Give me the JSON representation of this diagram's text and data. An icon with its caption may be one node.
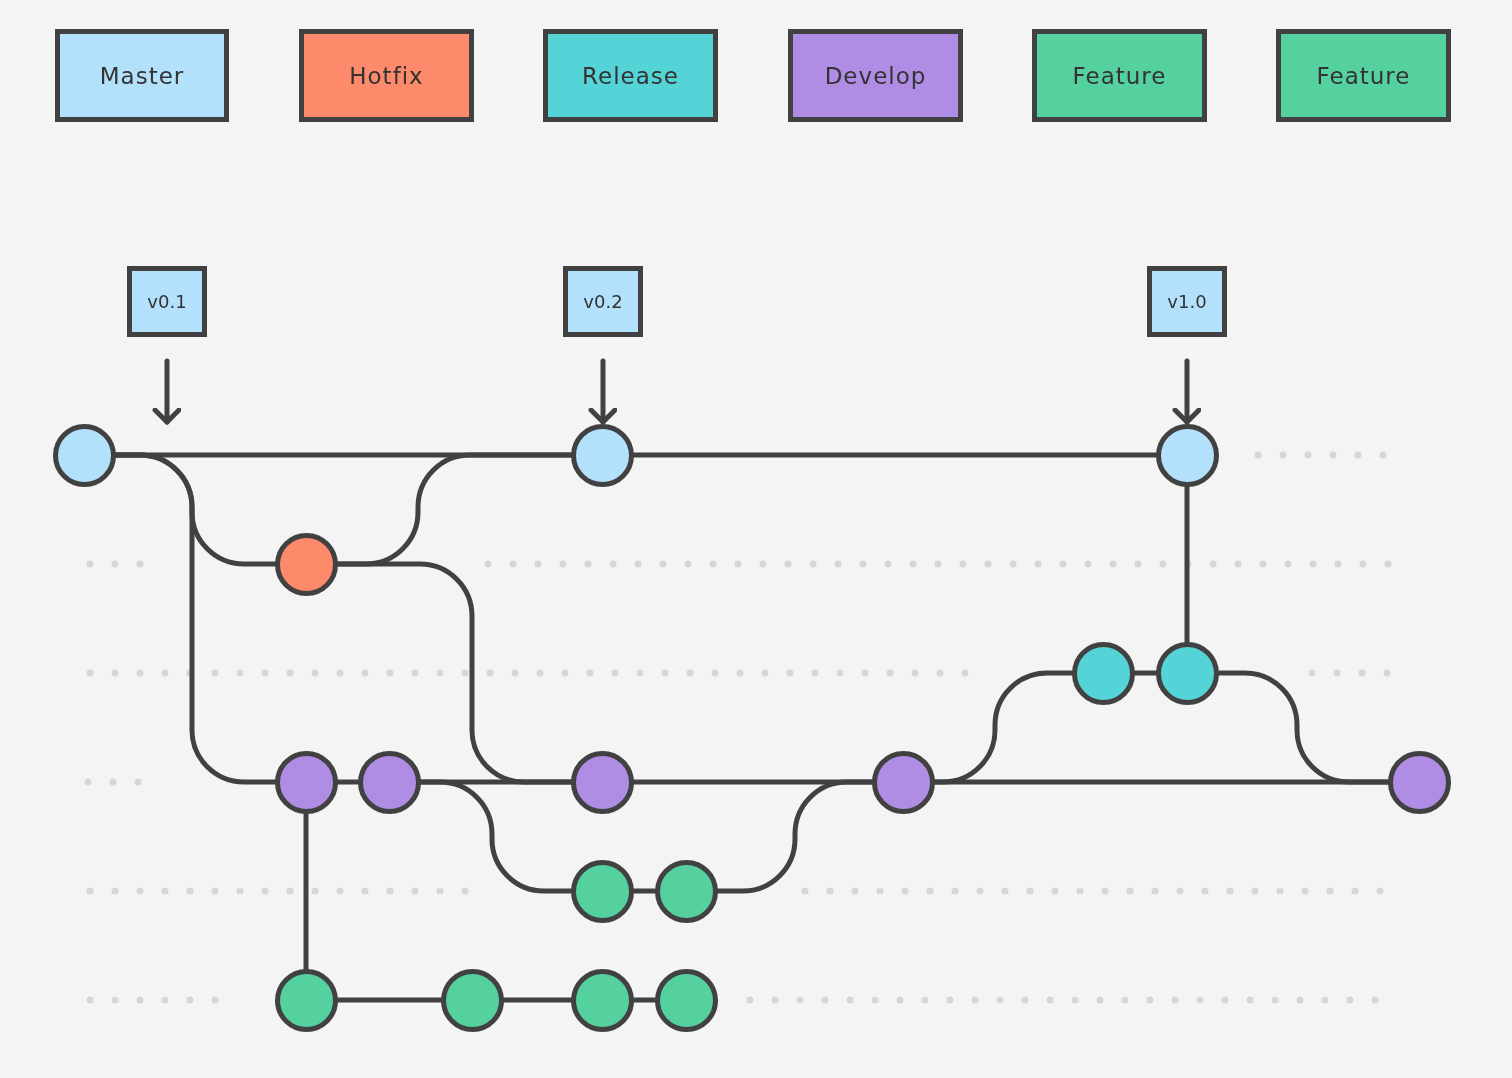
{
  "diagram": {
    "nodes": [
      {
        "text": [
          "Master"
        ]
      },
      {
        "text": [
          "Hotfix"
        ]
      },
      {
        "text": [
          "Release"
        ]
      },
      {
        "text": [
          "Develop"
        ]
      },
      {
        "text": [
          "Feature"
        ]
      },
      {
        "text": [
          "Feature"
        ]
      },
      {
        "text": [
          "v0.1"
        ]
      },
      {
        "text": [
          "v0.2"
        ]
      },
      {
        "text": [
          "v1.0"
        ]
      },
      {
        "text": [],
        "shape": "circle"
      },
      {
        "text": [],
        "shape": "circle"
      },
      {
        "text": [],
        "shape": "circle"
      },
      {
        "text": [],
        "shape": "circle"
      },
      {
        "text": [],
        "shape": "circle"
      },
      {
        "text": [],
        "shape": "circle"
      },
      {
        "text": [],
        "shape": "circle"
      },
      {
        "text": [],
        "shape": "circle"
      },
      {
        "text": [],
        "shape": "circle"
      },
      {
        "text": [],
        "shape": "circle"
      },
      {
        "text": [],
        "shape": "circle"
      },
      {
        "text": [],
        "shape": "circle"
      },
      {
        "text": [],
        "shape": "circle"
      },
      {
        "text": [],
        "shape": "circle"
      },
      {
        "text": [],
        "shape": "circle"
      },
      {
        "text": [],
        "shape": "circle"
      },
      {
        "text": [],
        "shape": "circle"
      }
    ],
    "edges": [
      {
        "from": 6,
        "to": 9,
        "arrow": "to"
      },
      {
        "from": 7,
        "to": 10,
        "arrow": "to"
      },
      {
        "from": 8,
        "to": 11,
        "arrow": "to"
      },
      {
        "from": 9,
        "to": 10,
        "arrow": "none"
      },
      {
        "from": 9,
        "to": 12,
        "arrow": "none"
      },
      {
        "from": 9,
        "to": 15,
        "arrow": "none"
      },
      {
        "from": 12,
        "to": 10,
        "arrow": "none"
      },
      {
        "from": 12,
        "to": 17,
        "arrow": "none"
      },
      {
        "from": 15,
        "to": 16,
        "arrow": "none"
      },
      {
        "from": 16,
        "to": 17,
        "arrow": "none"
      },
      {
        "from": 15,
        "to": 22,
        "arrow": "none"
      },
      {
        "from": 16,
        "to": 20,
        "arrow": "none"
      },
      {
        "from": 20,
        "to": 21,
        "arrow": "none"
      },
      {
        "from": 21,
        "to": 18,
        "arrow": "none"
      },
      {
        "from": 17,
        "to": 18,
        "arrow": "none"
      },
      {
        "from": 18,
        "to": 13,
        "arrow": "none"
      },
      {
        "from": 18,
        "to": 19,
        "arrow": "none"
      },
      {
        "from": 13,
        "to": 14,
        "arrow": "none"
      },
      {
        "from": 14,
        "to": 11,
        "arrow": "none"
      },
      {
        "from": 14,
        "to": 19,
        "arrow": "none"
      },
      {
        "from": 22,
        "to": 23,
        "arrow": "none"
      },
      {
        "from": 23,
        "to": 24,
        "arrow": "none"
      },
      {
        "from": 24,
        "to": 25,
        "arrow": "none"
      },
      {
        "from": 10,
        "to": 11,
        "arrow": "none"
      }
    ]
  }
}
